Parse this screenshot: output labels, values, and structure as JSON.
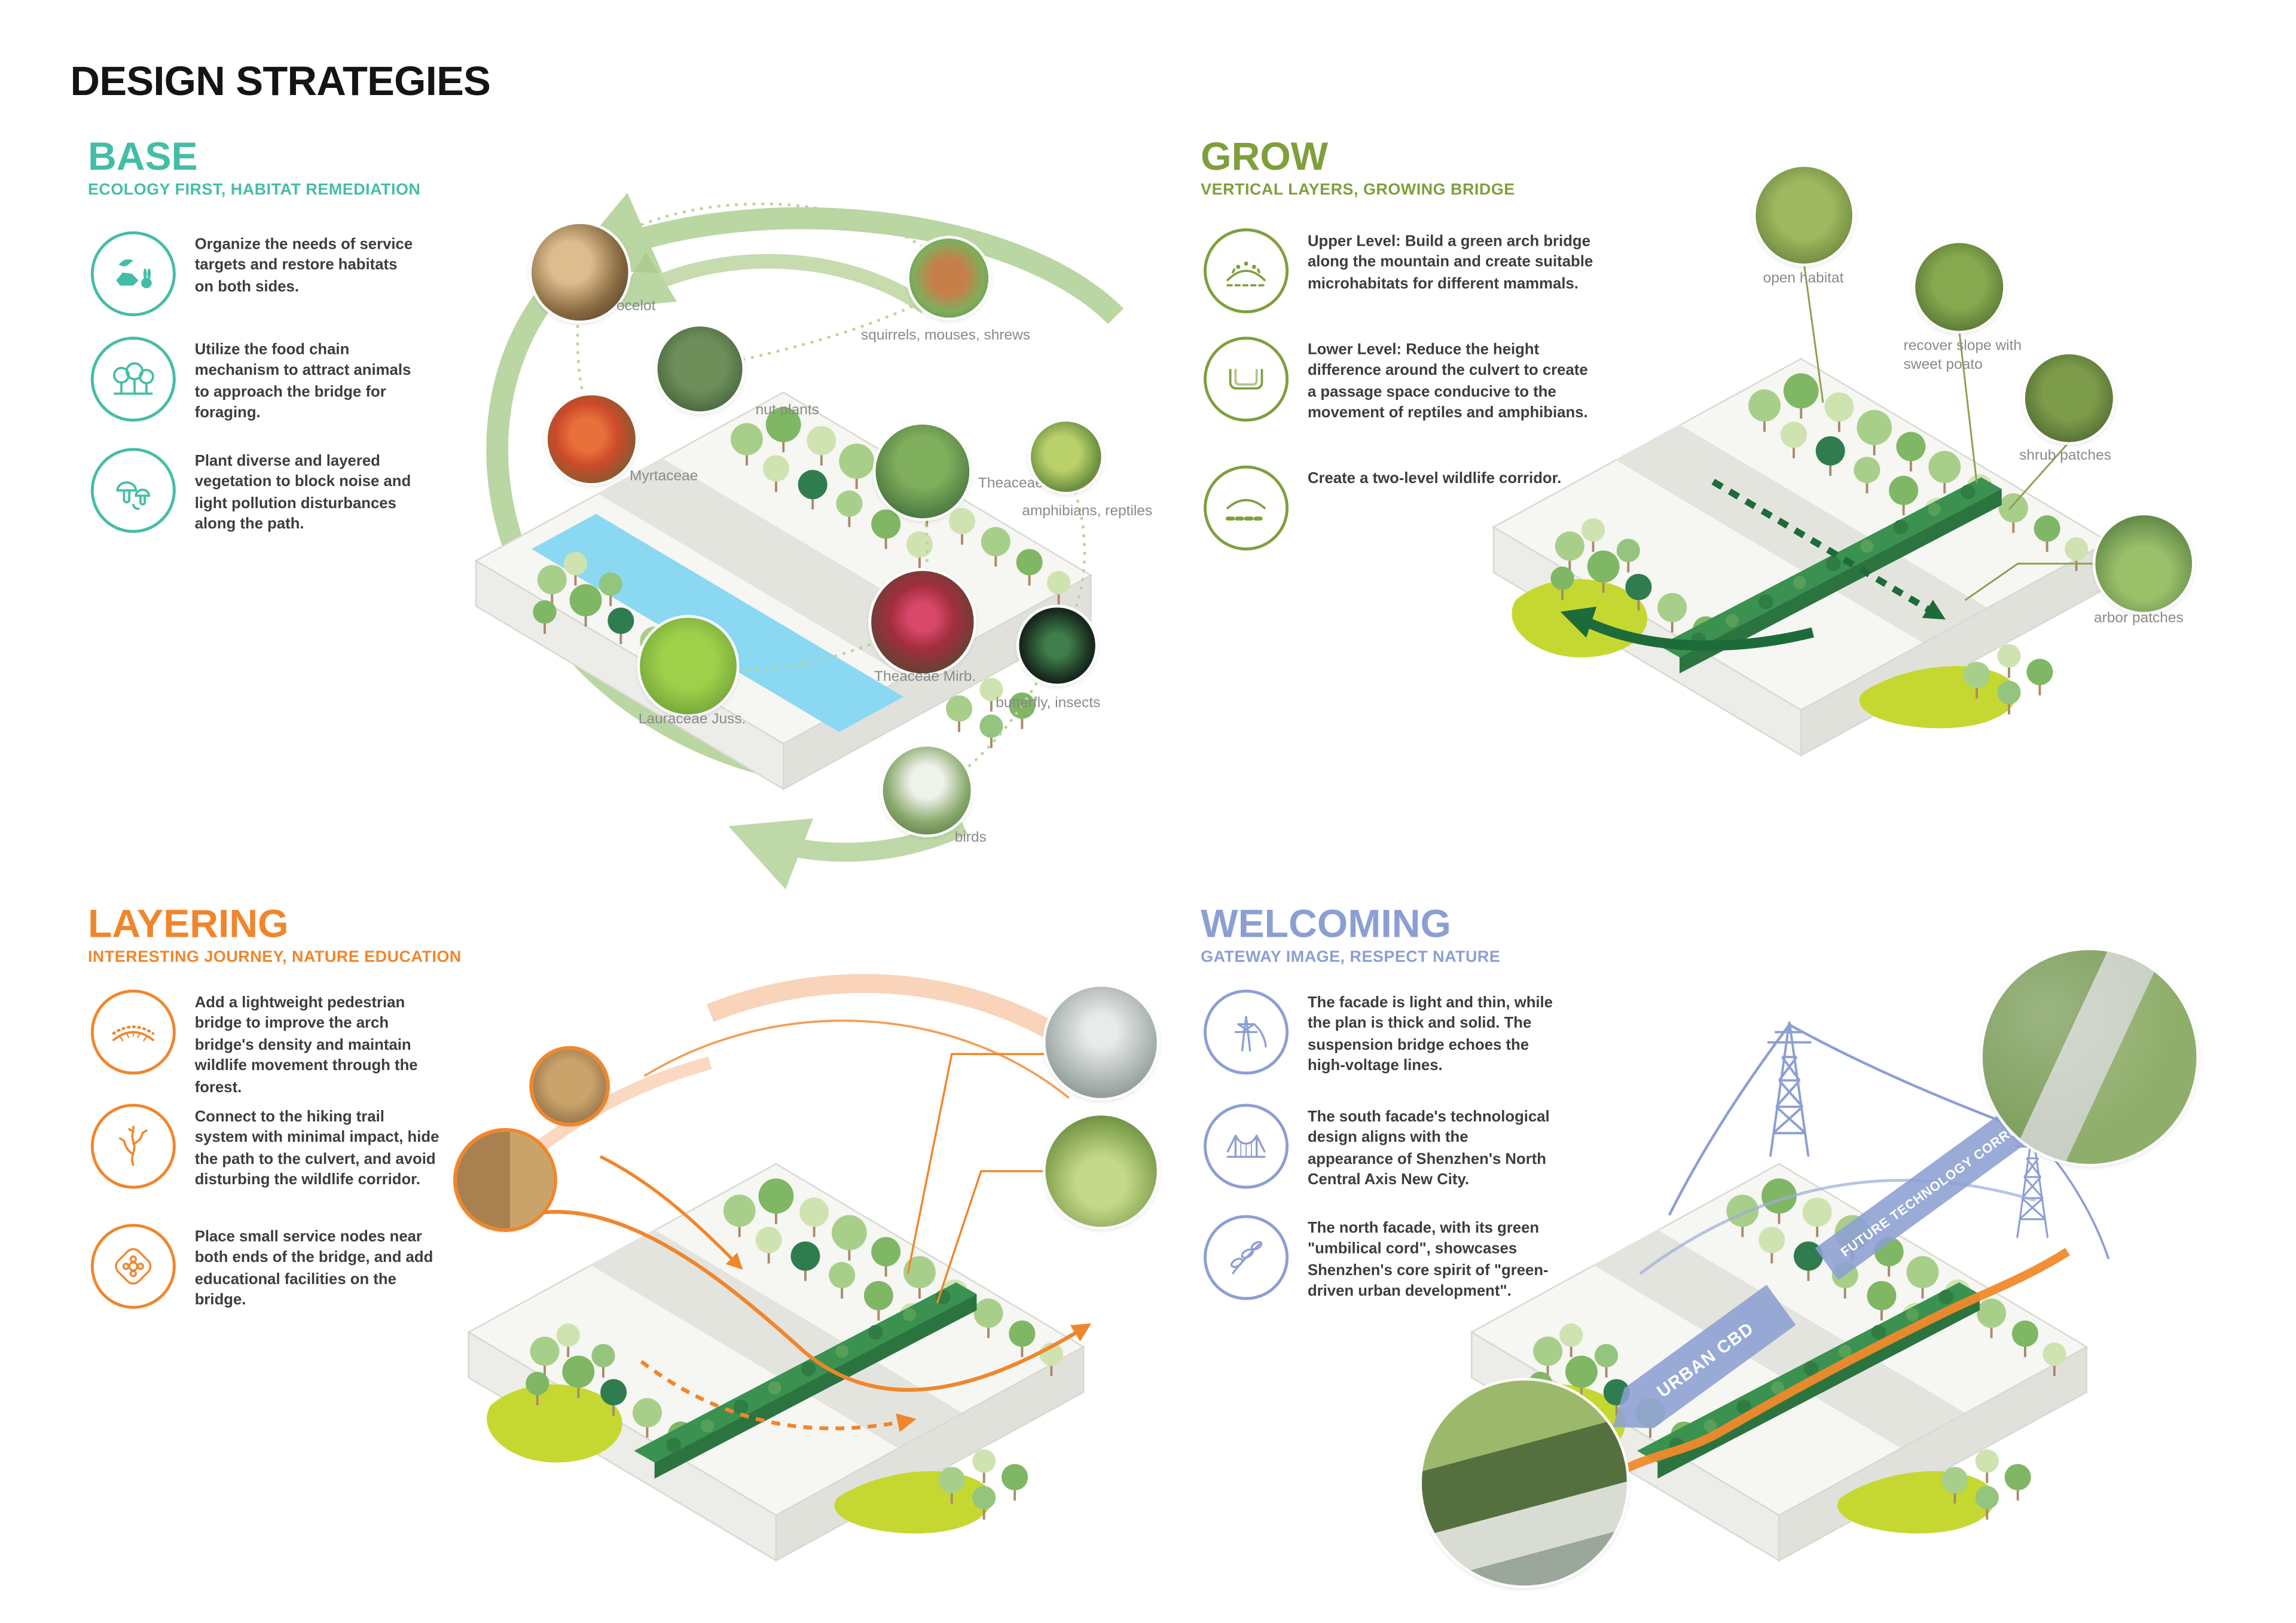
{
  "page": {
    "title": "DESIGN STRATEGIES"
  },
  "colors": {
    "base_accent": "#45bda6",
    "grow_accent": "#7f9f3c",
    "layering_accent": "#f0862c",
    "welcoming_accent": "#8c9fd3"
  },
  "base": {
    "title": "BASE",
    "subtitle": "ECOLOGY FIRST, HABITAT REMEDIATION",
    "items": [
      {
        "icon": "wildlife-animals-icon",
        "text": "Organize the needs of service targets and restore habitats on both sides."
      },
      {
        "icon": "forest-trees-icon",
        "text": "Utilize the food chain mechanism to attract animals to approach the bridge for foraging."
      },
      {
        "icon": "layered-vegetation-icon",
        "text": "Plant diverse and layered vegetation to block noise and light pollution disturbances along the path."
      }
    ],
    "photos": {
      "ocelot": "ocelot",
      "squirrels": "squirrels, mouses, shrews",
      "nut_plants": "nut plants",
      "myrtaceae": "Myrtaceae",
      "theaceae": "Theaceae",
      "amphibians": "amphibians, reptiles",
      "theaceae_mirb": "Theaceae Mirb.",
      "lauraceae": "Lauraceae Juss.",
      "butterfly": "butterfly, insects",
      "birds": "birds"
    }
  },
  "grow": {
    "title": "GROW",
    "subtitle": "VERTICAL LAYERS, GROWING BRIDGE",
    "items": [
      {
        "icon": "upper-level-icon",
        "text": "Upper Level: Build a green arch bridge along the mountain and create suitable microhabitats for different mammals."
      },
      {
        "icon": "lower-level-icon",
        "text": "Lower Level: Reduce the height difference around the culvert to create a passage space conducive to the movement of reptiles and amphibians."
      },
      {
        "icon": "two-level-corridor-icon",
        "text": "Create a two-level wildlife corridor."
      }
    ],
    "photos": {
      "open_habitat": "open habitat",
      "recover_slope": "recover slope with sweet poato",
      "shrub_patches": "shrub patches",
      "arbor_patches": "arbor patches"
    }
  },
  "layering": {
    "title": "LAYERING",
    "subtitle": "INTERESTING JOURNEY, NATURE EDUCATION",
    "items": [
      {
        "icon": "pedestrian-bridge-icon",
        "text": "Add a lightweight pedestrian bridge to improve the arch bridge's density and maintain wildlife movement through the forest."
      },
      {
        "icon": "hiking-trail-icon",
        "text": "Connect to the hiking trail system with minimal impact, hide the path to the culvert, and avoid disturbing the wildlife corridor."
      },
      {
        "icon": "service-node-icon",
        "text": "Place small service nodes near both ends of the bridge, and add educational facilities on the bridge."
      }
    ]
  },
  "welcoming": {
    "title": "WELCOMING",
    "subtitle": "GATEWAY IMAGE, RESPECT NATURE",
    "items": [
      {
        "icon": "high-voltage-tower-icon",
        "text": "The facade is light and thin, while the plan is thick and solid. The suspension bridge echoes the high-voltage lines."
      },
      {
        "icon": "suspension-bridge-icon",
        "text": "The south facade's technological design aligns with the appearance of Shenzhen's North Central Axis New City."
      },
      {
        "icon": "green-leaves-icon",
        "text": "The north facade, with its green \"umbilical cord\", showcases Shenzhen's core spirit of \"green-driven urban development\"."
      }
    ],
    "arrows": {
      "urban_cbd": "URBAN CBD",
      "corridor": "FUTURE TECHNOLOGY CORRIDOR"
    }
  }
}
